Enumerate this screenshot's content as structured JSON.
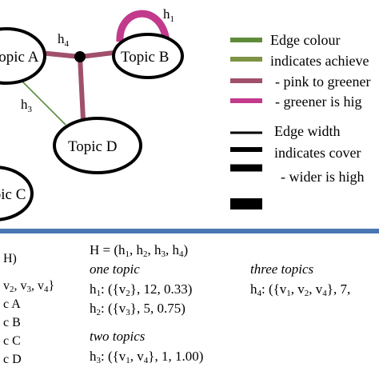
{
  "graph": {
    "nodes": [
      {
        "id": "topic-a",
        "label": "Topic A"
      },
      {
        "id": "topic-b",
        "label": "Topic B"
      },
      {
        "id": "topic-c",
        "label": "Topic C"
      },
      {
        "id": "topic-d",
        "label": "Topic D"
      }
    ],
    "edge_labels": {
      "h1": {
        "base": "h",
        "sub": "1"
      },
      "h3": {
        "base": "h",
        "sub": "3"
      },
      "h4": {
        "base": "h",
        "sub": "4"
      }
    },
    "colors": {
      "pink_edge": "#c23a8c",
      "mauve_edge": "#a05070",
      "green_edge": "#5a8a3a",
      "divider": "#4a77b4"
    }
  },
  "legend": {
    "colour": {
      "lines": [
        "Edge colour",
        "indicates achieve",
        "- pink to greener",
        "- greener is hig"
      ],
      "swatch_colors": [
        "#5e8c3a",
        "#7d9444",
        "#a0506c",
        "#c23a8c"
      ]
    },
    "width": {
      "lines": [
        "Edge width",
        "indicates cover",
        "- wider is high"
      ]
    }
  },
  "formulas": {
    "left_col": [
      {
        "html_base": "H)",
        "sub": null
      },
      {
        "text": "v2, v3, v4}"
      },
      {
        "text": "c A"
      },
      {
        "text": "c B"
      },
      {
        "text": "c C"
      },
      {
        "text": "c D"
      }
    ],
    "h_def": "H = (h1, h2, h3, h4)",
    "one_topic_heading": "one topic",
    "one_topic_rows": [
      "h1: ({v2}, 12, 0.33)",
      "h2: ({v3}, 5, 0.75)"
    ],
    "two_topics_heading": "two topics",
    "two_topics_rows": [
      "h3: ({v1, v4}, 1, 1.00)"
    ],
    "three_topics_heading": "three topics",
    "three_topics_rows": [
      "h4: ({v1, v2, v4}, 7,"
    ]
  }
}
